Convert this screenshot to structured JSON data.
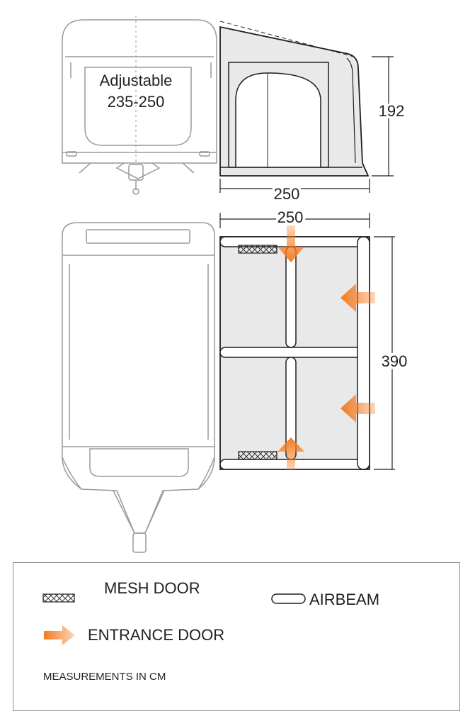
{
  "side_view": {
    "caravan_label_line1": "Adjustable",
    "caravan_label_line2": "235-250",
    "height_dimension": "192",
    "depth_dimension": "250"
  },
  "plan_view": {
    "depth_dimension": "250",
    "length_dimension": "390"
  },
  "legend": {
    "mesh_door_label": "MESH DOOR",
    "airbeam_label": "AIRBEAM",
    "entrance_door_label": "ENTRANCE DOOR",
    "measurements_note": "MEASUREMENTS IN CM"
  },
  "colors": {
    "outline": "#231f20",
    "ghost_outline": "#9a9a9a",
    "awning_fill": "#e9e9e9",
    "entrance_arrow": "#f47a20"
  }
}
